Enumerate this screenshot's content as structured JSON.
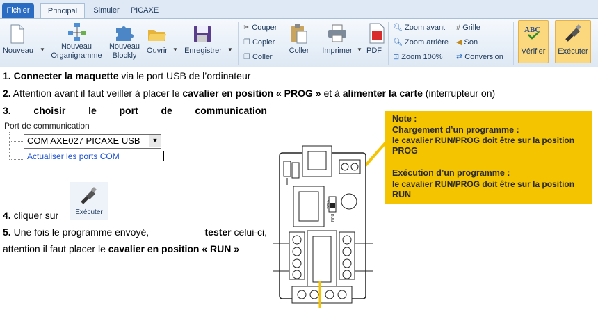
{
  "ribbon": {
    "tabs": [
      "Fichier",
      "Principal",
      "Simuler",
      "PICAXE"
    ],
    "buttons": {
      "nouveau": "Nouveau",
      "organigramme": [
        "Nouveau",
        "Organigramme"
      ],
      "blockly": [
        "Nouveau",
        "Blockly"
      ],
      "ouvrir": "Ouvrir",
      "enregistrer": "Enregistrer",
      "couper": "Couper",
      "copier": "Copier",
      "coller_small": "Coller",
      "coller": "Coller",
      "imprimer": "Imprimer",
      "pdf": "PDF",
      "zoom_avant": "Zoom avant",
      "zoom_arriere": "Zoom arrière",
      "zoom_100": "Zoom 100%",
      "grille": "Grille",
      "son": "Son",
      "conversion": "Conversion",
      "verifier": "Vérifier",
      "executer": "Exécuter"
    },
    "colors": {
      "tab_file": "#2a6cc1",
      "highlight": "#fbd77d"
    }
  },
  "steps": {
    "s1_num": "1.",
    "s1_bold": "Connecter la maquette",
    "s1_rest": " via le port USB de l’ordinateur",
    "s2_num": "2.",
    "s2_a": " Attention avant il faut veiller à placer le ",
    "s2_b": "cavalier en position « PROG »",
    "s2_c": " et à ",
    "s2_d": "alimenter la carte",
    "s2_e": " (interrupteur on)",
    "s3_words": [
      "3.",
      "choisir",
      "le",
      "port",
      "de",
      "communication"
    ],
    "s4_num": "4.",
    "s4_text": " cliquer sur",
    "s5_num": "5.",
    "s5_a": " Une fois le programme envoyé, ",
    "s5_b": "tester",
    "s5_c": " celui-ci,",
    "s5_d": "attention il faut placer le ",
    "s5_e": "cavalier en position « RUN »"
  },
  "port_panel": {
    "label": "Port de communication",
    "selected": "COM  AXE027 PICAXE USB",
    "refresh": "Actualiser les ports COM"
  },
  "execute_icon_label": "Exécuter",
  "note": {
    "title": "Note :",
    "h1": "Chargement d’un programme :",
    "l1": "le cavalier RUN/PROG doit être sur la position",
    "l1b": "PROG",
    "h2": "Exécution d’un programme :",
    "l2": "le cavalier RUN/PROG doit être sur la position",
    "l2b": "RUN",
    "color": "#f5c400"
  },
  "board": {
    "labels": [
      "PROG",
      "RUN"
    ],
    "arrow_color": "#f5c400"
  }
}
